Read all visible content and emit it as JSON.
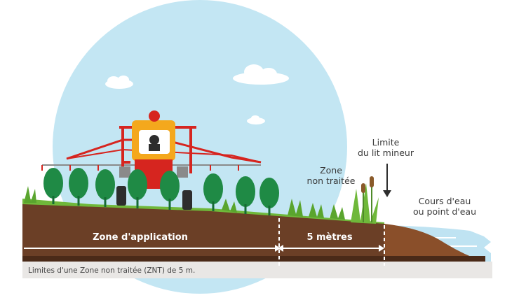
{
  "labels": {
    "limite_line1": "Limite",
    "limite_line2": "du lit mineur",
    "zone_nt_line1": "Zone",
    "zone_nt_line2": "non traitée",
    "cours_line1": "Cours d'eau",
    "cours_line2": "ou point d'eau",
    "zone_application": "Zone d'application",
    "cinq_metres": "5 mètres"
  },
  "caption": "Limites d'une Zone non traitée (ZNT) de 5 m.",
  "colors": {
    "sky": "#c3e6f3",
    "soil": "#6b3f26",
    "soil_dark": "#4a2a18",
    "grass": "#6fb83a",
    "tree": "#1f8a45",
    "tree_dark": "#166b34",
    "tractor_red": "#d6251f",
    "tractor_orange": "#f4a81d",
    "water": "#bfe3f2",
    "caption_bar": "#e9e7e5"
  },
  "icons": [
    "cloud-icon",
    "tractor-icon",
    "tree-icon",
    "grass-tuft-icon",
    "reed-icon",
    "arrow-down-icon"
  ]
}
